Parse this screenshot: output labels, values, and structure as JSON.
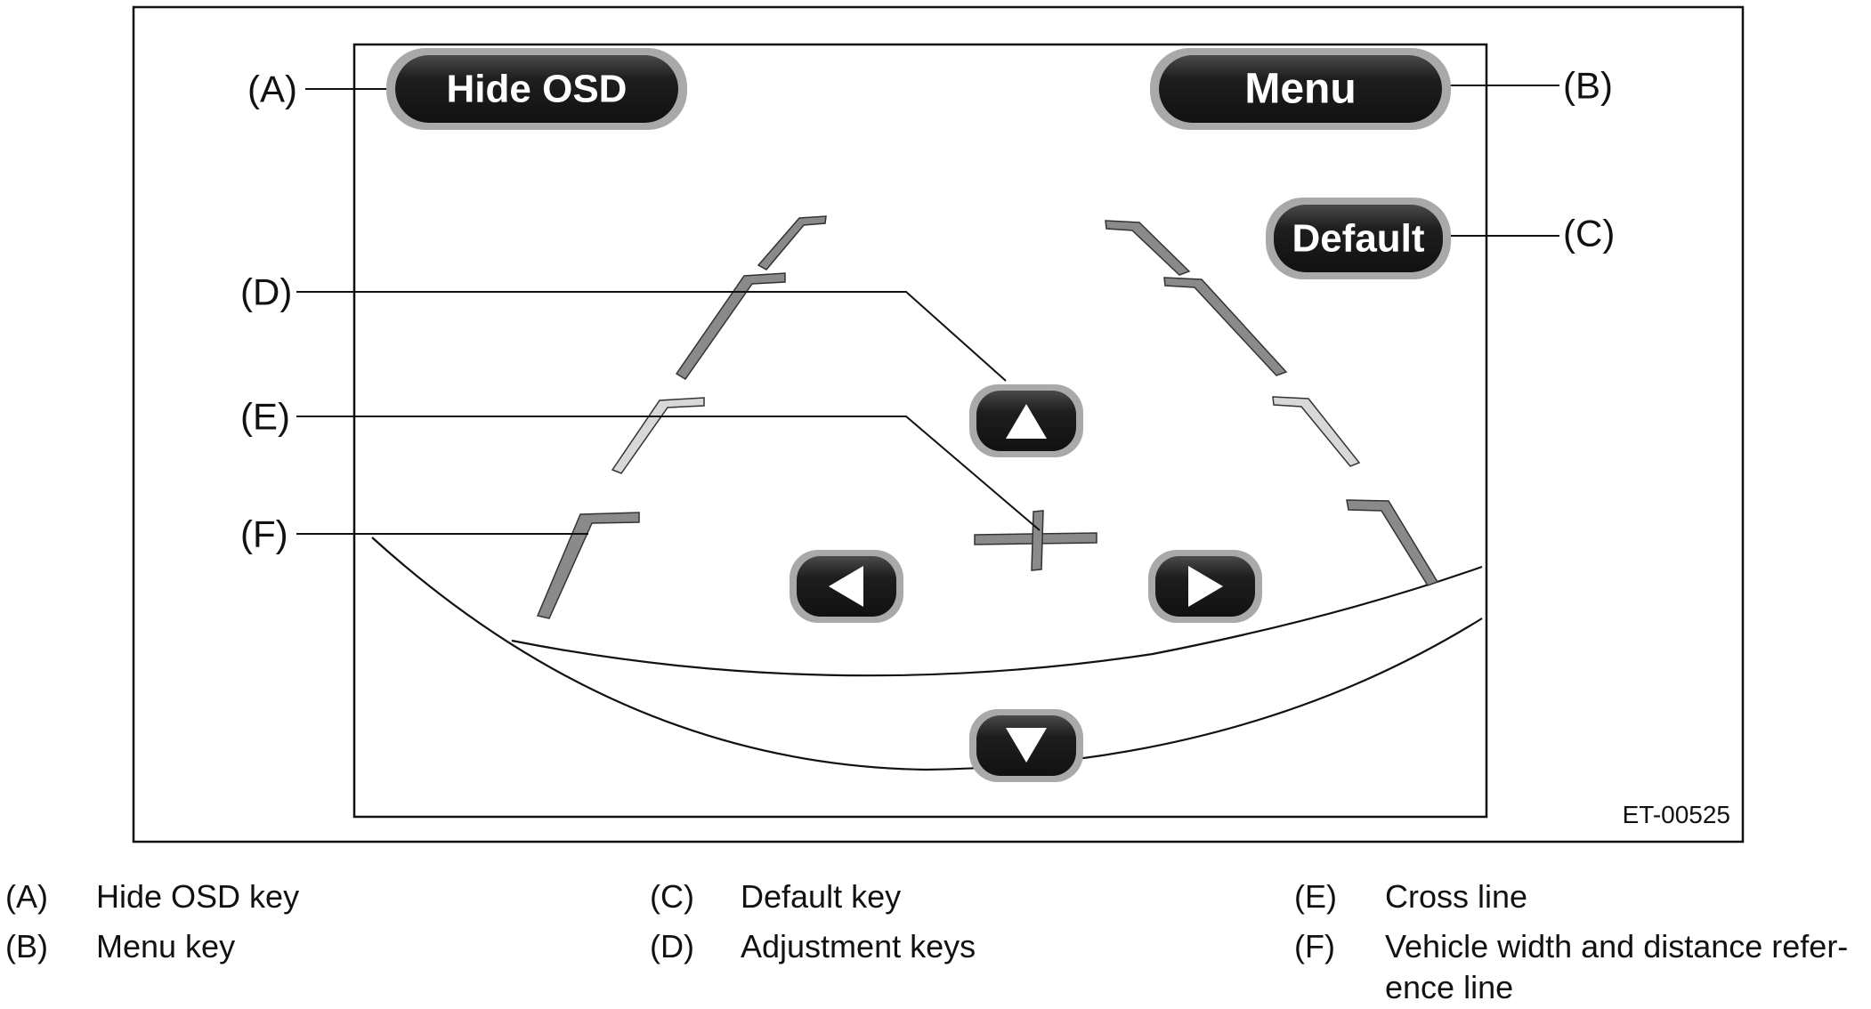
{
  "screen": {
    "keys": {
      "hide_osd": "Hide OSD",
      "menu": "Menu",
      "default": "Default"
    },
    "adjustment_keys": [
      {
        "direction": "up",
        "icon": "arrow-up-icon"
      },
      {
        "direction": "down",
        "icon": "arrow-down-icon"
      },
      {
        "direction": "left",
        "icon": "arrow-left-icon"
      },
      {
        "direction": "right",
        "icon": "arrow-right-icon"
      }
    ]
  },
  "callouts": {
    "a": "(A)",
    "b": "(B)",
    "c": "(C)",
    "d": "(D)",
    "e": "(E)",
    "f": "(F)"
  },
  "figure_code": "ET-00525",
  "legend": [
    {
      "key": "(A)",
      "text": "Hide OSD key"
    },
    {
      "key": "(B)",
      "text": "Menu key"
    },
    {
      "key": "(C)",
      "text": "Default key"
    },
    {
      "key": "(D)",
      "text": "Adjustment keys"
    },
    {
      "key": "(E)",
      "text": "Cross line"
    },
    {
      "key": "(F)",
      "text": "Vehicle width and distance refer-\nence line"
    }
  ],
  "colors": {
    "key_fill": "#1c1c1c",
    "key_ring": "#a9a9a9",
    "guide_dark": "#8a8a8a",
    "guide_light": "#d2d2d2",
    "line": "#111111"
  }
}
